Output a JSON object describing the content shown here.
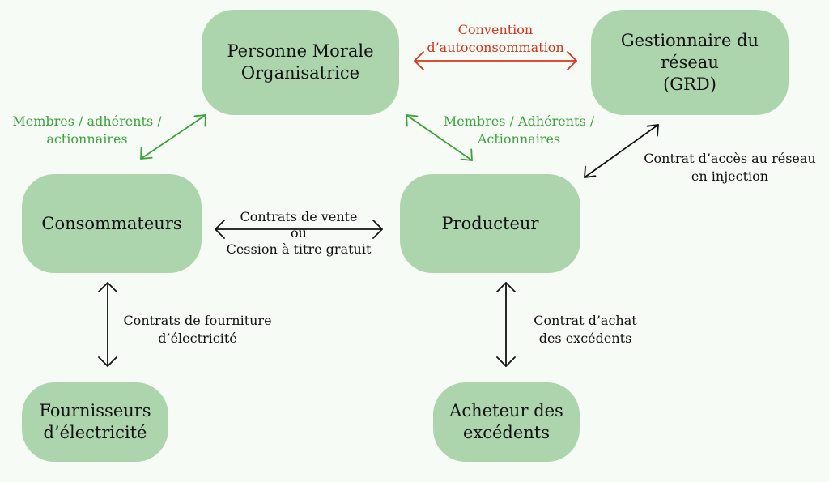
{
  "colors": {
    "node_fill": "#add5ad",
    "membership_arrow": "#3aa33a",
    "convention_arrow": "#d9341c",
    "contract_arrow": "#111111"
  },
  "nodes": {
    "pmo": [
      "Personne Morale",
      "Organisatrice"
    ],
    "grd": [
      "Gestionnaire du réseau",
      "(GRD)"
    ],
    "consommateurs": [
      "Consommateurs"
    ],
    "producteur": [
      "Producteur"
    ],
    "fournisseurs": [
      "Fournisseurs",
      "d’électricité"
    ],
    "acheteur": [
      "Acheteur des",
      "excédents"
    ]
  },
  "edges": {
    "convention": [
      "Convention",
      "d’autoconsommation"
    ],
    "membres_consommateurs": [
      "Membres / adhérents /",
      "actionnaires"
    ],
    "membres_producteur": [
      "Membres / Adhérents /",
      "Actionnaires"
    ],
    "acces_reseau": [
      "Contrat d’accès au réseau",
      "en injection"
    ],
    "vente": [
      "Contrats de vente",
      "ou",
      "Cession à titre gratuit"
    ],
    "fourniture": [
      "Contrats de fourniture",
      "d’électricité"
    ],
    "achat": [
      "Contrat d’achat",
      "des excédents"
    ]
  }
}
